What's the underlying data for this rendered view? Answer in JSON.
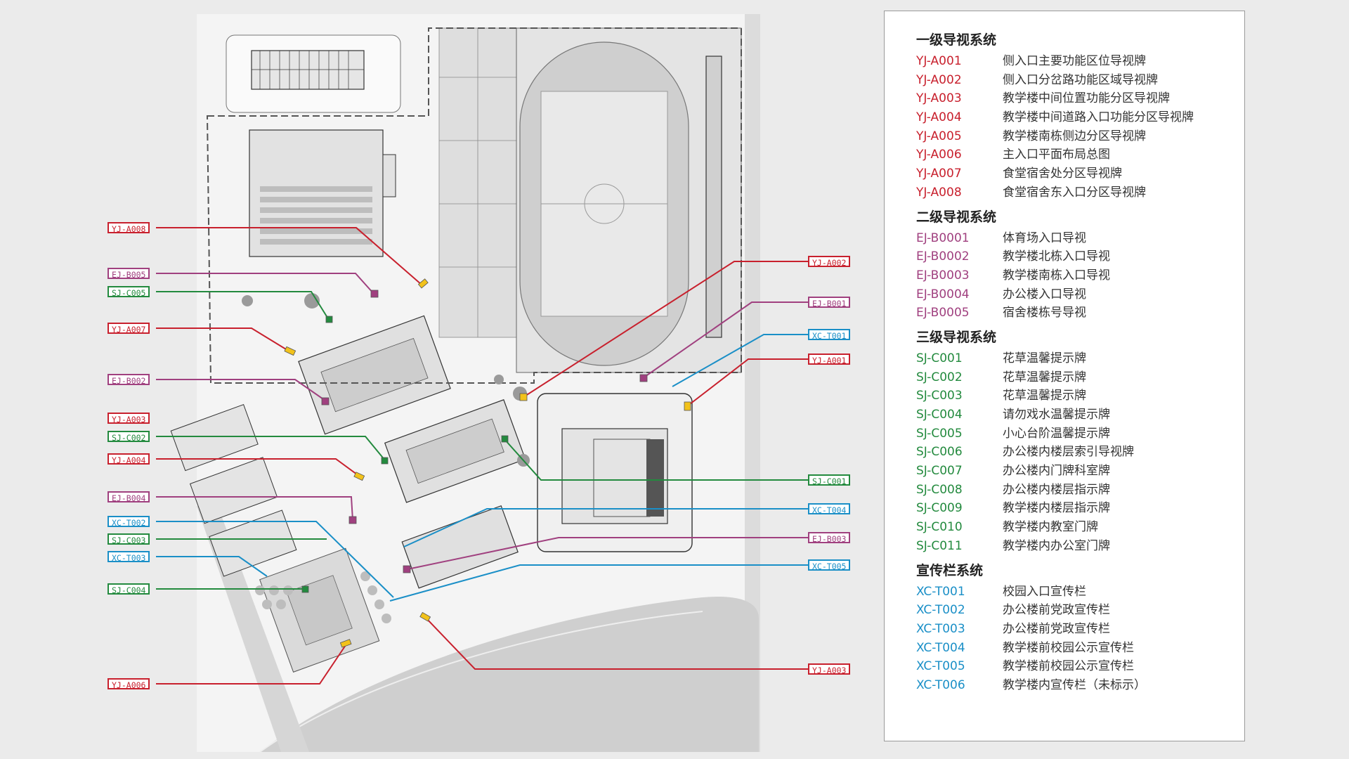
{
  "callouts": [
    {
      "code": "YJ-A008",
      "group": "yj"
    },
    {
      "code": "EJ-B005",
      "group": "ej"
    },
    {
      "code": "SJ-C005",
      "group": "sj"
    },
    {
      "code": "YJ-A007",
      "group": "yj"
    },
    {
      "code": "EJ-B002",
      "group": "ej"
    },
    {
      "code": "YJ-A003",
      "group": "yj"
    },
    {
      "code": "SJ-C002",
      "group": "sj"
    },
    {
      "code": "YJ-A004",
      "group": "yj"
    },
    {
      "code": "EJ-B004",
      "group": "ej"
    },
    {
      "code": "XC-T002",
      "group": "xc"
    },
    {
      "code": "SJ-C003",
      "group": "sj"
    },
    {
      "code": "XC-T003",
      "group": "xc"
    },
    {
      "code": "SJ-C004",
      "group": "sj"
    },
    {
      "code": "YJ-A006",
      "group": "yj"
    },
    {
      "code": "YJ-A002",
      "group": "yj"
    },
    {
      "code": "EJ-B001",
      "group": "ej"
    },
    {
      "code": "XC-T001",
      "group": "xc"
    },
    {
      "code": "YJ-A001",
      "group": "yj"
    },
    {
      "code": "SJ-C001",
      "group": "sj"
    },
    {
      "code": "XC-T004",
      "group": "xc"
    },
    {
      "code": "EJ-B003",
      "group": "ej"
    },
    {
      "code": "XC-T005",
      "group": "xc"
    },
    {
      "code": "YJ-A003",
      "group": "yj"
    }
  ],
  "legend": {
    "sections": [
      {
        "title": "一级导视系统",
        "color": "#c8202d",
        "items": [
          {
            "code": "YJ-A001",
            "label": "侧入口主要功能区位导视牌"
          },
          {
            "code": "YJ-A002",
            "label": "侧入口分岔路功能区域导视牌"
          },
          {
            "code": "YJ-A003",
            "label": "教学楼中间位置功能分区导视牌"
          },
          {
            "code": "YJ-A004",
            "label": "教学楼中间道路入口功能分区导视牌"
          },
          {
            "code": "YJ-A005",
            "label": "教学楼南栋侧边分区导视牌"
          },
          {
            "code": "YJ-A006",
            "label": "主入口平面布局总图"
          },
          {
            "code": "YJ-A007",
            "label": "食堂宿舍处分区导视牌"
          },
          {
            "code": "YJ-A008",
            "label": "食堂宿舍东入口分区导视牌"
          }
        ]
      },
      {
        "title": "二级导视系统",
        "color": "#a0407f",
        "items": [
          {
            "code": "EJ-B0001",
            "label": "体育场入口导视"
          },
          {
            "code": "EJ-B0002",
            "label": "教学楼北栋入口导视"
          },
          {
            "code": "EJ-B0003",
            "label": "教学楼南栋入口导视"
          },
          {
            "code": "EJ-B0004",
            "label": "办公楼入口导视"
          },
          {
            "code": "EJ-B0005",
            "label": "宿舍楼栋号导视"
          }
        ]
      },
      {
        "title": "三级导视系统",
        "color": "#238a3e",
        "items": [
          {
            "code": "SJ-C001",
            "label": "花草温馨提示牌"
          },
          {
            "code": "SJ-C002",
            "label": "花草温馨提示牌"
          },
          {
            "code": "SJ-C003",
            "label": "花草温馨提示牌"
          },
          {
            "code": "SJ-C004",
            "label": "请勿戏水温馨提示牌"
          },
          {
            "code": "SJ-C005",
            "label": "小心台阶温馨提示牌"
          },
          {
            "code": "SJ-C006",
            "label": "办公楼内楼层索引导视牌"
          },
          {
            "code": "SJ-C007",
            "label": "办公楼内门牌科室牌"
          },
          {
            "code": "SJ-C008",
            "label": "办公楼内楼层指示牌"
          },
          {
            "code": "SJ-C009",
            "label": "教学楼内楼层指示牌"
          },
          {
            "code": "SJ-C010",
            "label": "教学楼内教室门牌"
          },
          {
            "code": "SJ-C011",
            "label": "教学楼内办公室门牌"
          }
        ]
      },
      {
        "title": "宣传栏系统",
        "color": "#1a8fc7",
        "items": [
          {
            "code": "XC-T001",
            "label": "校园入口宣传栏"
          },
          {
            "code": "XC-T002",
            "label": "办公楼前党政宣传栏"
          },
          {
            "code": "XC-T003",
            "label": "办公楼前党政宣传栏"
          },
          {
            "code": "XC-T004",
            "label": "教学楼前校园公示宣传栏"
          },
          {
            "code": "XC-T005",
            "label": "教学楼前校园公示宣传栏"
          },
          {
            "code": "XC-T006",
            "label": "教学楼内宣传栏（未标示）"
          }
        ]
      }
    ]
  }
}
